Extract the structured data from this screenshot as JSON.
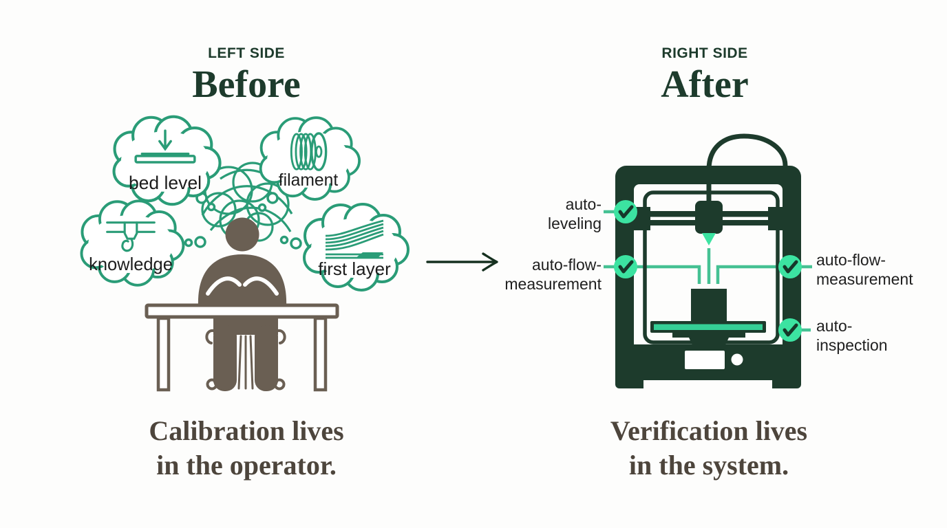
{
  "colors": {
    "dark_green": "#1d3b2c",
    "bubble_teal": "#2a9c77",
    "connector_teal": "#45c193",
    "check_mint": "#3ce3a1",
    "bed_mint": "#35cf96",
    "person_brown": "#6a5f53",
    "caption_brown": "#4d453c",
    "label_text": "#1f1f1f",
    "background": "#fdfdfc"
  },
  "left_panel": {
    "eyebrow": "LEFT SIDE",
    "title": "Before",
    "thought_bubbles": [
      {
        "label": "bed level",
        "icon": "bed-level-icon"
      },
      {
        "label": "filament",
        "icon": "filament-spool-icon"
      },
      {
        "label": "knowledge",
        "icon": "nozzle-hook-icon"
      },
      {
        "label": "first layer",
        "icon": "first-layer-icon"
      }
    ],
    "caption": {
      "line1": "Calibration lives",
      "line2": "in the operator."
    }
  },
  "arrow": {
    "icon": "right-arrow-icon"
  },
  "right_panel": {
    "eyebrow": "RIGHT SIDE",
    "title": "After",
    "callouts": [
      {
        "line1": "auto-",
        "line2": "leveling",
        "side": "left"
      },
      {
        "line1": "auto-flow-",
        "line2": "measurement",
        "side": "left"
      },
      {
        "line1": "auto-flow-",
        "line2": "measurement",
        "side": "right"
      },
      {
        "line1": "auto-",
        "line2": "inspection",
        "side": "right"
      }
    ],
    "caption": {
      "line1": "Verification lives",
      "line2": "in the system."
    }
  }
}
